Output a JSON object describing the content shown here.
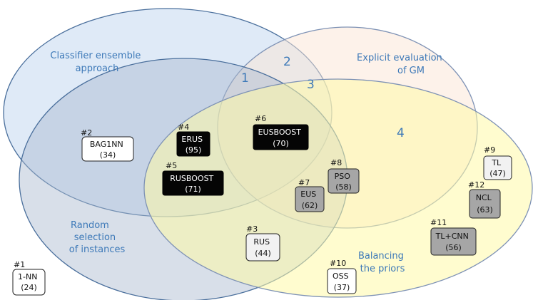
{
  "diagram": {
    "sets": {
      "classifier_ensemble": {
        "lines": [
          "Classifier ensemble",
          "approach"
        ],
        "fill": "#c5d9f1",
        "stroke": "#4a6f9c"
      },
      "explicit_gm": {
        "lines": [
          "Explicit evaluation",
          "of GM"
        ],
        "fill": "#fbe5d6",
        "stroke": "#7e92b5"
      },
      "random_selection": {
        "lines": [
          "Random",
          "selection",
          "of instances"
        ],
        "fill": "#a9b7ce",
        "stroke": "#4a6f9c"
      },
      "balancing_priors": {
        "lines": [
          "Balancing",
          "the priors"
        ],
        "fill": "#fff9a8",
        "stroke": "#7e92b5"
      }
    },
    "regions": [
      "1",
      "2",
      "3",
      "4"
    ],
    "nodes": [
      {
        "key": "n1",
        "id": "#1",
        "name": "1-NN",
        "value": "(24)",
        "style": "white"
      },
      {
        "key": "n2",
        "id": "#2",
        "name": "BAG1NN",
        "value": "(34)",
        "style": "white"
      },
      {
        "key": "n3",
        "id": "#3",
        "name": "RUS",
        "value": "(44)",
        "style": "light"
      },
      {
        "key": "n4",
        "id": "#4",
        "name": "ERUS",
        "value": "(95)",
        "style": "black"
      },
      {
        "key": "n5",
        "id": "#5",
        "name": "RUSBOOST",
        "value": "(71)",
        "style": "black"
      },
      {
        "key": "n6",
        "id": "#6",
        "name": "EUSBOOST",
        "value": "(70)",
        "style": "black"
      },
      {
        "key": "n7",
        "id": "#7",
        "name": "EUS",
        "value": "(62)",
        "style": "gray"
      },
      {
        "key": "n8",
        "id": "#8",
        "name": "PSO",
        "value": "(58)",
        "style": "gray"
      },
      {
        "key": "n9",
        "id": "#9",
        "name": "TL",
        "value": "(47)",
        "style": "light"
      },
      {
        "key": "n10",
        "id": "#10",
        "name": "OSS",
        "value": "(37)",
        "style": "white"
      },
      {
        "key": "n11",
        "id": "#11",
        "name": "TL+CNN",
        "value": "(56)",
        "style": "gray"
      },
      {
        "key": "n12",
        "id": "#12",
        "name": "NCL",
        "value": "(63)",
        "style": "gray"
      }
    ],
    "box_styles": {
      "white": {
        "fill": "#ffffff",
        "text": "#111111"
      },
      "light": {
        "fill": "#f2f2f2",
        "text": "#111111"
      },
      "gray": {
        "fill": "#a6a6a6",
        "text": "#111111"
      },
      "black": {
        "fill": "#050505",
        "text": "#ffffff"
      }
    }
  }
}
